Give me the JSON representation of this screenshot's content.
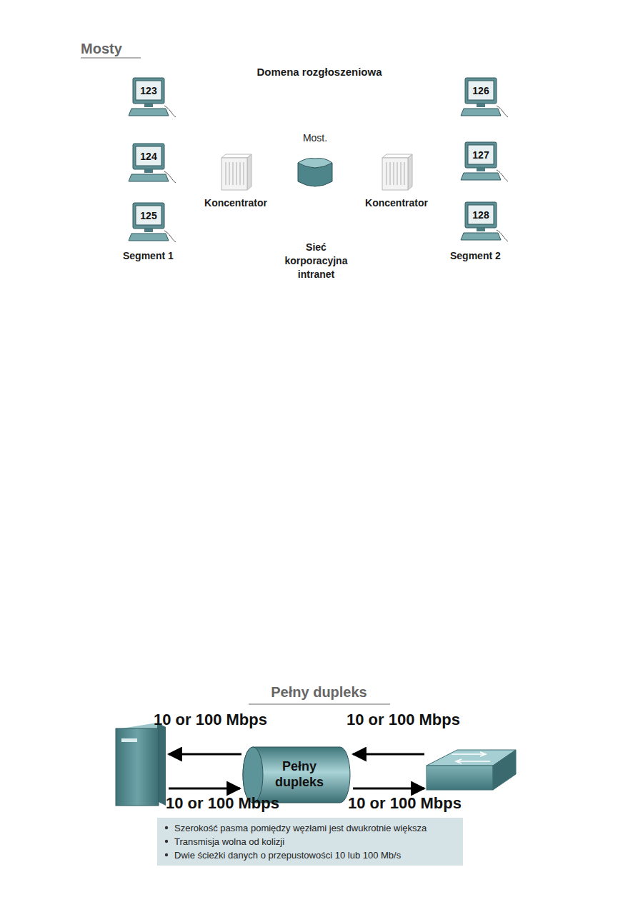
{
  "diagram": {
    "title": "Mosty",
    "nodes": [
      {
        "text": [
          "Domena rozgłoszeniowa"
        ]
      },
      {
        "text": [
          "Segment 1"
        ],
        "in": 0
      },
      {
        "text": [
          "123"
        ],
        "in": 1
      },
      {
        "text": [
          "124"
        ],
        "in": 1
      },
      {
        "text": [
          "125"
        ],
        "in": 1
      },
      {
        "text": [
          "Koncentrator"
        ],
        "in": 1
      },
      {
        "text": [
          "Most."
        ],
        "in": 0
      },
      {
        "text": [
          "Sieć korporacyjna intranet"
        ],
        "in": 0
      },
      {
        "text": [
          "Segment 2"
        ],
        "in": 0
      },
      {
        "text": [
          "Koncentrator"
        ],
        "in": 8
      },
      {
        "text": [
          "126"
        ],
        "in": 8
      },
      {
        "text": [
          "127"
        ],
        "in": 8
      },
      {
        "text": [
          "128"
        ],
        "in": 8
      },
      {
        "text": [
          "Pełny dupleks"
        ]
      },
      {
        "text": [
          "Szerokość pasma pomiędzy węzłami jest dwukrotnie większa",
          "Transmisja wolna od kolizji",
          "Dwie ścieżki danych o przepustowości 10 lub 100 Mb/s"
        ]
      }
    ],
    "edges": [
      {
        "from": 2,
        "to": 5,
        "arrow": "none"
      },
      {
        "from": 3,
        "to": 5,
        "arrow": "none"
      },
      {
        "from": 4,
        "to": 5,
        "arrow": "none"
      },
      {
        "from": 5,
        "to": 6,
        "arrow": "none"
      },
      {
        "from": 6,
        "to": 9,
        "arrow": "none"
      },
      {
        "from": 6,
        "to": 7,
        "arrow": "none"
      },
      {
        "from": 9,
        "to": 10,
        "arrow": "none"
      },
      {
        "from": 9,
        "to": 11,
        "arrow": "none"
      },
      {
        "from": 9,
        "to": 12,
        "arrow": "none"
      }
    ],
    "labels": [
      "Pełny dupleks",
      "10 or 100 Mbps",
      "10 or 100 Mbps",
      "10 or 100 Mbps",
      "10 or 100 Mbps"
    ]
  }
}
